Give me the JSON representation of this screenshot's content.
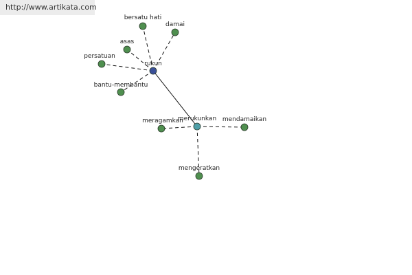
{
  "source_url": "http://www.artikata.com",
  "colors": {
    "hub": "#3a4f98",
    "secondary_hub": "#4f9fa8",
    "leaf": "#4f8f4f",
    "node_stroke": "#2a3a2a",
    "edge": "#111111"
  },
  "nodes": [
    {
      "id": "rukun",
      "label": "rukun",
      "kind": "hub"
    },
    {
      "id": "bersatu_hati",
      "label": "bersatu hati",
      "kind": "leaf"
    },
    {
      "id": "damai",
      "label": "damai",
      "kind": "leaf"
    },
    {
      "id": "asas",
      "label": "asas",
      "kind": "leaf"
    },
    {
      "id": "persatuan",
      "label": "persatuan",
      "kind": "leaf"
    },
    {
      "id": "bantu_membantu",
      "label": "bantu-membantu",
      "kind": "leaf"
    },
    {
      "id": "merukunkan",
      "label": "merukunkan",
      "kind": "secondary"
    },
    {
      "id": "meragamkan",
      "label": "meragamkan",
      "kind": "leaf"
    },
    {
      "id": "mendamaikan",
      "label": "mendamaikan",
      "kind": "leaf"
    },
    {
      "id": "mengeratkan",
      "label": "mengeratkan",
      "kind": "leaf"
    }
  ],
  "edges": [
    {
      "from": "rukun",
      "to": "bersatu_hati",
      "style": "dashed"
    },
    {
      "from": "rukun",
      "to": "damai",
      "style": "dashed"
    },
    {
      "from": "rukun",
      "to": "asas",
      "style": "dashed"
    },
    {
      "from": "rukun",
      "to": "persatuan",
      "style": "dashed"
    },
    {
      "from": "rukun",
      "to": "bantu_membantu",
      "style": "dashed"
    },
    {
      "from": "rukun",
      "to": "merukunkan",
      "style": "solid"
    },
    {
      "from": "merukunkan",
      "to": "meragamkan",
      "style": "dashed"
    },
    {
      "from": "merukunkan",
      "to": "mendamaikan",
      "style": "dashed"
    },
    {
      "from": "merukunkan",
      "to": "mengeratkan",
      "style": "dashed"
    }
  ]
}
